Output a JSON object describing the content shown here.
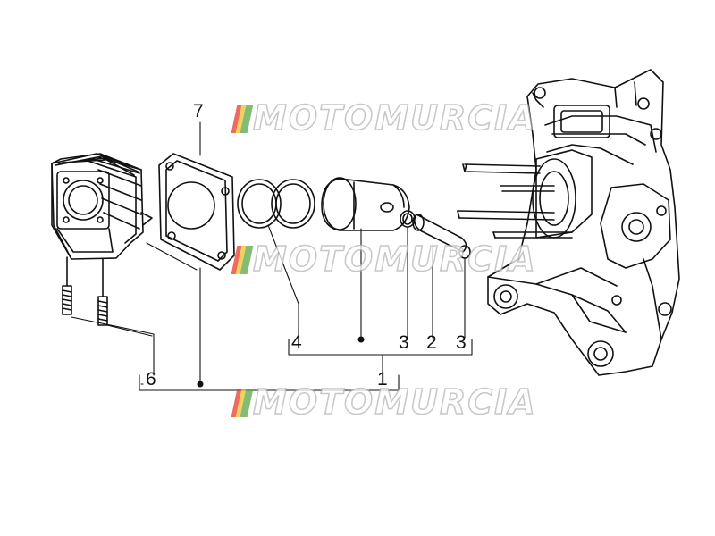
{
  "watermark": {
    "text": "MOTOMURCIA",
    "flag_colors": [
      "#e63b2e",
      "#f2c230",
      "#5aa845"
    ]
  },
  "callouts": {
    "c7": "7",
    "c6": "6",
    "c4": "4",
    "c3a": "3",
    "c2": "2",
    "c3b": "3",
    "c1": "1"
  }
}
